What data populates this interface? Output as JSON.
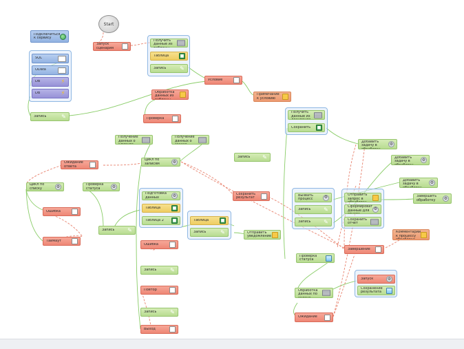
{
  "diagram": {
    "start_label": "Start",
    "nodes": {
      "n_top_entry": "Запуск сценария",
      "n_g1_a": "Получить данные из таблицы",
      "n_g1_b": "Таблица",
      "n_g1_c": "Запись",
      "n_left_blue": "Подключиться к сервису",
      "n_left_sql": "SQL",
      "n_left_odata": "OData",
      "n_left_db1": "DB",
      "n_left_db2": "DB",
      "n_left_write": "Запись",
      "n_condition1": "Условие",
      "n_note1": "Примечание к условию",
      "n_red_mid": "Обработка данных из таблицы",
      "n_red_mid2": "Проверка",
      "n_green_l1": "Получение данных о клиенте",
      "n_green_l2": "Получение данных о заказе",
      "n_green_center": "Цикл по записям",
      "n_record": "Запись",
      "n_red_far_left": "Ожидание ответа",
      "n_green_left2": "Цикл по списку",
      "n_green_left3": "Проверка статуса",
      "n_red_left4": "Ошибка",
      "n_red_left5": "Таймаут",
      "n_green_write2": "Запись",
      "n_g2_a": "Подготовка данных",
      "n_g2_b": "Таблица",
      "n_g2_c": "Таблица 2",
      "n_g3_a": "Таблица",
      "n_g3_b": "Запись",
      "n_red_mid3": "Сохранить результат",
      "n_orange_mid": "Отправить уведомление",
      "n_col_red1": "Ошибка",
      "n_col_green1": "Запись",
      "n_col_red2": "Повтор",
      "n_col_green2": "Запись",
      "n_col_red3": "Выход",
      "n_g4_a": "Получить данные из документа",
      "n_g4_b": "Сохранить",
      "n_g5_a": "Вызвать процесс",
      "n_g5_b": "Запись",
      "n_g5_c": "Запись",
      "n_g6_a": "Отправить запрос в обработку",
      "n_g6_b": "Сформировать данные для отчета",
      "n_g6_c": "Сохранить отчет",
      "n_right1": "Добавить задачу в обработку",
      "n_right2": "Добавить задачу в обработку",
      "n_right3": "Добавить задачу в обработку",
      "n_right4": "Завершить обработку",
      "n_note_right": "Комментарий к процессу обработки",
      "n_red_right": "Завершение",
      "n_bottom1": "Проверка статуса",
      "n_bottom2": "Обработка данных по задаче",
      "n_bottom3": "Ожидание",
      "n_g7_a": "Запуск",
      "n_g7_b": "Сохранение результата"
    }
  }
}
